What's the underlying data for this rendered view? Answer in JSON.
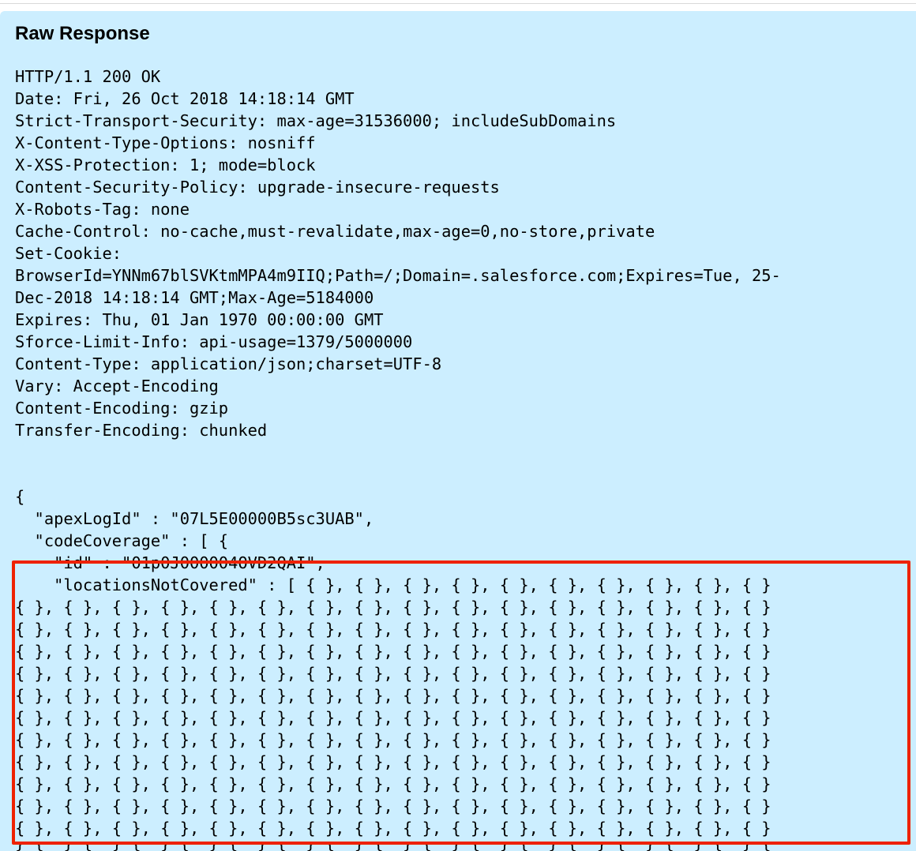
{
  "panel": {
    "title": "Raw Response"
  },
  "response": {
    "headers": [
      "HTTP/1.1 200 OK",
      "Date: Fri, 26 Oct 2018 14:18:14 GMT",
      "Strict-Transport-Security: max-age=31536000; includeSubDomains",
      "X-Content-Type-Options: nosniff",
      "X-XSS-Protection: 1; mode=block",
      "Content-Security-Policy: upgrade-insecure-requests",
      "X-Robots-Tag: none",
      "Cache-Control: no-cache,must-revalidate,max-age=0,no-store,private",
      "Set-Cookie:",
      "BrowserId=YNNm67blSVKtmMPA4m9IIQ;Path=/;Domain=.salesforce.com;Expires=Tue, 25-",
      "Dec-2018 14:18:14 GMT;Max-Age=5184000",
      "Expires: Thu, 01 Jan 1970 00:00:00 GMT",
      "Sforce-Limit-Info: api-usage=1379/5000000",
      "Content-Type: application/json;charset=UTF-8",
      "Vary: Accept-Encoding",
      "Content-Encoding: gzip",
      "Transfer-Encoding: chunked"
    ],
    "body": [
      "{",
      "  \"apexLogId\" : \"07L5E00000B5sc3UAB\",",
      "  \"codeCoverage\" : [ {",
      "    \"id\" : \"01p0J000004OVD2QAI\",",
      "    \"locationsNotCovered\" : [ { }, { }, { }, { }, { }, { }, { }, { }, { }, { }",
      "{ }, { }, { }, { }, { }, { }, { }, { }, { }, { }, { }, { }, { }, { }, { }, { }",
      "{ }, { }, { }, { }, { }, { }, { }, { }, { }, { }, { }, { }, { }, { }, { }, { }",
      "{ }, { }, { }, { }, { }, { }, { }, { }, { }, { }, { }, { }, { }, { }, { }, { }",
      "{ }, { }, { }, { }, { }, { }, { }, { }, { }, { }, { }, { }, { }, { }, { }, { }",
      "{ }, { }, { }, { }, { }, { }, { }, { }, { }, { }, { }, { }, { }, { }, { }, { }",
      "{ }, { }, { }, { }, { }, { }, { }, { }, { }, { }, { }, { }, { }, { }, { }, { }",
      "{ }, { }, { }, { }, { }, { }, { }, { }, { }, { }, { }, { }, { }, { }, { }, { }",
      "{ }, { }, { }, { }, { }, { }, { }, { }, { }, { }, { }, { }, { }, { }, { }, { }",
      "{ }, { }, { }, { }, { }, { }, { }, { }, { }, { }, { }, { }, { }, { }, { }, { }",
      "{ }, { }, { }, { }, { }, { }, { }, { }, { }, { }, { }, { }, { }, { }, { }, { }",
      "{ }, { }, { }, { }, { }, { }, { }, { }, { }, { }, { }, { }, { }, { }, { }, { }",
      "{ }, { }, { }, { }, { }, { }, { }, { }, { }, { }, { }, { }, { }, { }, { }, { }"
    ]
  },
  "annotation": {
    "highlight_color": "#ee2200"
  }
}
